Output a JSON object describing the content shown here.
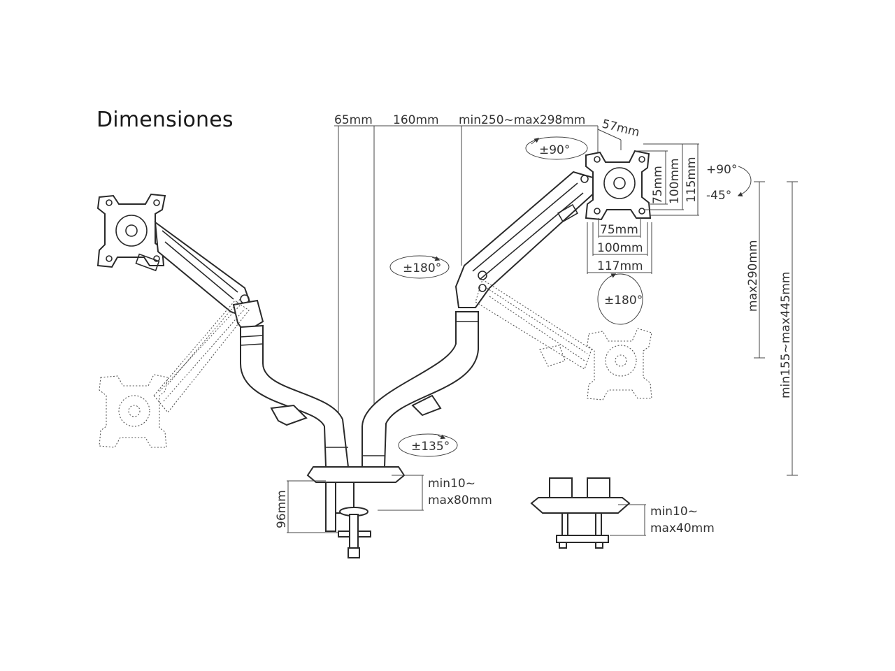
{
  "title": "Dimensiones",
  "colors": {
    "line": "#333333",
    "text": "#333333",
    "background": "#ffffff"
  },
  "dimensions": {
    "top": [
      "65mm",
      "160mm",
      "min250~max298mm",
      "57mm"
    ],
    "vesa_vertical": [
      "75mm",
      "100mm",
      "115mm"
    ],
    "vesa_horizontal": [
      "75mm",
      "100mm",
      "117mm"
    ],
    "height_max": "max290mm",
    "height_range": "min155~max445mm",
    "clamp_height": "96mm",
    "clamp_range": [
      "min10~",
      "max80mm"
    ],
    "grommet_range": [
      "min10~",
      "max40mm"
    ]
  },
  "rotations": {
    "screen_rotate": "±90°",
    "arm_rotate": "±180°",
    "base_rotate": "±135°",
    "swivel": "±180°",
    "tilt_up": "+90°",
    "tilt_down": "-45°"
  }
}
